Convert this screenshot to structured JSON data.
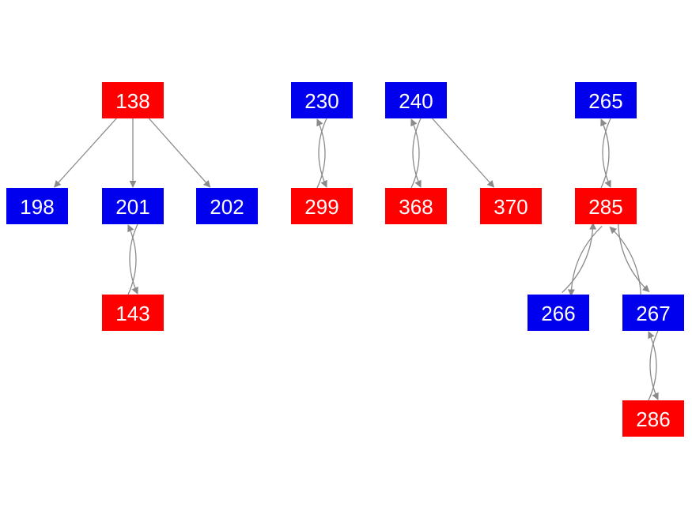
{
  "colors": {
    "red": "#ff0000",
    "blue": "#0000ee",
    "edge": "#8a8a8a",
    "label": "#ffffff"
  },
  "nodes": [
    {
      "id": "138",
      "label": "138",
      "color": "red"
    },
    {
      "id": "198",
      "label": "198",
      "color": "blue"
    },
    {
      "id": "201",
      "label": "201",
      "color": "blue"
    },
    {
      "id": "202",
      "label": "202",
      "color": "blue"
    },
    {
      "id": "143",
      "label": "143",
      "color": "red"
    },
    {
      "id": "230",
      "label": "230",
      "color": "blue"
    },
    {
      "id": "299",
      "label": "299",
      "color": "red"
    },
    {
      "id": "240",
      "label": "240",
      "color": "blue"
    },
    {
      "id": "368",
      "label": "368",
      "color": "red"
    },
    {
      "id": "370",
      "label": "370",
      "color": "red"
    },
    {
      "id": "265",
      "label": "265",
      "color": "blue"
    },
    {
      "id": "285",
      "label": "285",
      "color": "red"
    },
    {
      "id": "266",
      "label": "266",
      "color": "blue"
    },
    {
      "id": "267",
      "label": "267",
      "color": "blue"
    },
    {
      "id": "286",
      "label": "286",
      "color": "red"
    }
  ],
  "edges": [
    {
      "from": "138",
      "to": "198"
    },
    {
      "from": "138",
      "to": "201"
    },
    {
      "from": "138",
      "to": "202"
    },
    {
      "from": "201",
      "to": "143"
    },
    {
      "from": "143",
      "to": "201"
    },
    {
      "from": "230",
      "to": "299"
    },
    {
      "from": "299",
      "to": "230"
    },
    {
      "from": "240",
      "to": "368"
    },
    {
      "from": "368",
      "to": "240"
    },
    {
      "from": "240",
      "to": "370"
    },
    {
      "from": "265",
      "to": "285"
    },
    {
      "from": "285",
      "to": "265"
    },
    {
      "from": "285",
      "to": "266"
    },
    {
      "from": "266",
      "to": "285"
    },
    {
      "from": "285",
      "to": "267"
    },
    {
      "from": "267",
      "to": "285"
    },
    {
      "from": "267",
      "to": "286"
    },
    {
      "from": "286",
      "to": "267"
    }
  ]
}
